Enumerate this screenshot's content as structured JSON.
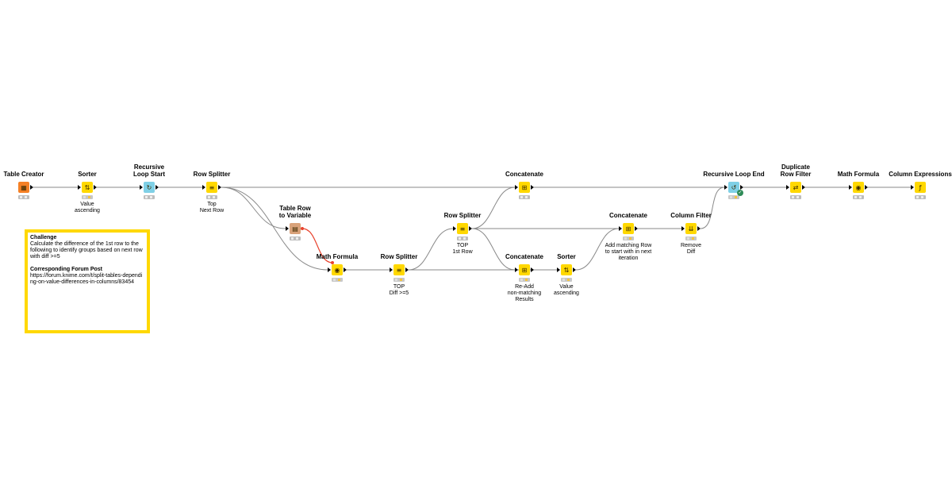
{
  "workflow": {
    "nodes": [
      {
        "id": "table-creator",
        "title": "Table Creator",
        "description": "",
        "color": "#f58025",
        "glyph": "▦",
        "status": "gray"
      },
      {
        "id": "sorter-1",
        "title": "Sorter",
        "description": "Value\nascending",
        "color": "#ffd800",
        "glyph": "⇅",
        "status": "ok"
      },
      {
        "id": "recursive-loop-start",
        "title": "Recursive\nLoop Start",
        "description": "",
        "color": "#7fd0e6",
        "glyph": "↻",
        "status": "gray"
      },
      {
        "id": "row-splitter-1",
        "title": "Row Splitter",
        "description": "Top\nNext Row",
        "color": "#ffd800",
        "glyph": "≡",
        "status": "gray"
      },
      {
        "id": "table-row-to-variable",
        "title": "Table Row\nto Variable",
        "description": "",
        "color": "#d9a27a",
        "glyph": "▤",
        "status": "gray"
      },
      {
        "id": "math-formula-1",
        "title": "Math Formula",
        "description": "",
        "color": "#ffd800",
        "glyph": "◉",
        "status": "ok"
      },
      {
        "id": "row-splitter-2",
        "title": "Row Splitter",
        "description": "TOP\nDiff >=5",
        "color": "#ffd800",
        "glyph": "≡",
        "status": "ok"
      },
      {
        "id": "row-splitter-3",
        "title": "Row Splitter",
        "description": "TOP\n1st Row",
        "color": "#ffd800",
        "glyph": "≡",
        "status": "gray"
      },
      {
        "id": "concatenate-1",
        "title": "Concatenate",
        "description": "",
        "color": "#ffd800",
        "glyph": "⊞",
        "status": "gray"
      },
      {
        "id": "concatenate-2",
        "title": "Concatenate",
        "description": "Re-Add\nnon-matching\nResults",
        "color": "#ffd800",
        "glyph": "⊞",
        "status": "ok"
      },
      {
        "id": "sorter-2",
        "title": "Sorter",
        "description": "Value\nascending",
        "color": "#ffd800",
        "glyph": "⇅",
        "status": "ok"
      },
      {
        "id": "concatenate-3",
        "title": "Concatenate",
        "description": "Add matching Row\nto start with in next\niteration",
        "color": "#ffd800",
        "glyph": "⊞",
        "status": "ok"
      },
      {
        "id": "column-filter",
        "title": "Column Filter",
        "description": "Remove\nDiff",
        "color": "#ffd800",
        "glyph": "⇊",
        "status": "ok"
      },
      {
        "id": "recursive-loop-end",
        "title": "Recursive Loop End",
        "description": "",
        "color": "#7fd0e6",
        "glyph": "↺",
        "status": "ok"
      },
      {
        "id": "duplicate-row-filter",
        "title": "Duplicate\nRow Filter",
        "description": "",
        "color": "#ffd800",
        "glyph": "⇄",
        "status": "gray"
      },
      {
        "id": "math-formula-2",
        "title": "Math Formula",
        "description": "",
        "color": "#ffd800",
        "glyph": "◉",
        "status": "gray"
      },
      {
        "id": "column-expressions",
        "title": "Column Expressions",
        "description": "",
        "color": "#ffd800",
        "glyph": "ƒ",
        "status": "gray"
      }
    ],
    "connections": [
      {
        "from": "table-creator",
        "to": "sorter-1",
        "type": "data"
      },
      {
        "from": "sorter-1",
        "to": "recursive-loop-start",
        "type": "data"
      },
      {
        "from": "recursive-loop-start",
        "to": "row-splitter-1",
        "type": "data"
      },
      {
        "from": "row-splitter-1",
        "to": "concatenate-1",
        "type": "data"
      },
      {
        "from": "row-splitter-1",
        "to": "table-row-to-variable",
        "type": "data"
      },
      {
        "from": "row-splitter-1",
        "to": "math-formula-1",
        "type": "data"
      },
      {
        "from": "table-row-to-variable",
        "to": "math-formula-1",
        "type": "variable"
      },
      {
        "from": "math-formula-1",
        "to": "row-splitter-2",
        "type": "data"
      },
      {
        "from": "row-splitter-2",
        "to": "row-splitter-3",
        "type": "data"
      },
      {
        "from": "row-splitter-2",
        "to": "sorter-2",
        "type": "data"
      },
      {
        "from": "row-splitter-3",
        "to": "concatenate-1",
        "type": "data"
      },
      {
        "from": "row-splitter-3",
        "to": "concatenate-3",
        "type": "data"
      },
      {
        "from": "row-splitter-3",
        "to": "concatenate-2",
        "type": "data"
      },
      {
        "from": "concatenate-2",
        "to": "sorter-2",
        "type": "data"
      },
      {
        "from": "sorter-2",
        "to": "concatenate-3",
        "type": "data"
      },
      {
        "from": "concatenate-3",
        "to": "column-filter",
        "type": "data"
      },
      {
        "from": "column-filter",
        "to": "recursive-loop-end",
        "type": "data"
      },
      {
        "from": "concatenate-1",
        "to": "recursive-loop-end",
        "type": "data"
      },
      {
        "from": "recursive-loop-end",
        "to": "duplicate-row-filter",
        "type": "data"
      },
      {
        "from": "duplicate-row-filter",
        "to": "math-formula-2",
        "type": "data"
      },
      {
        "from": "math-formula-2",
        "to": "column-expressions",
        "type": "data"
      }
    ],
    "annotation": {
      "heading": "Challenge",
      "text": "Calculate the difference of the 1st row to the following to identify groups based on next row with diff >=5",
      "link_heading": "Corresponding Forum Post",
      "link": "https://forum.knime.com/t/split-tables-depending-on-value-differences-in-columns/83454",
      "border_color": "#ffd800"
    }
  }
}
